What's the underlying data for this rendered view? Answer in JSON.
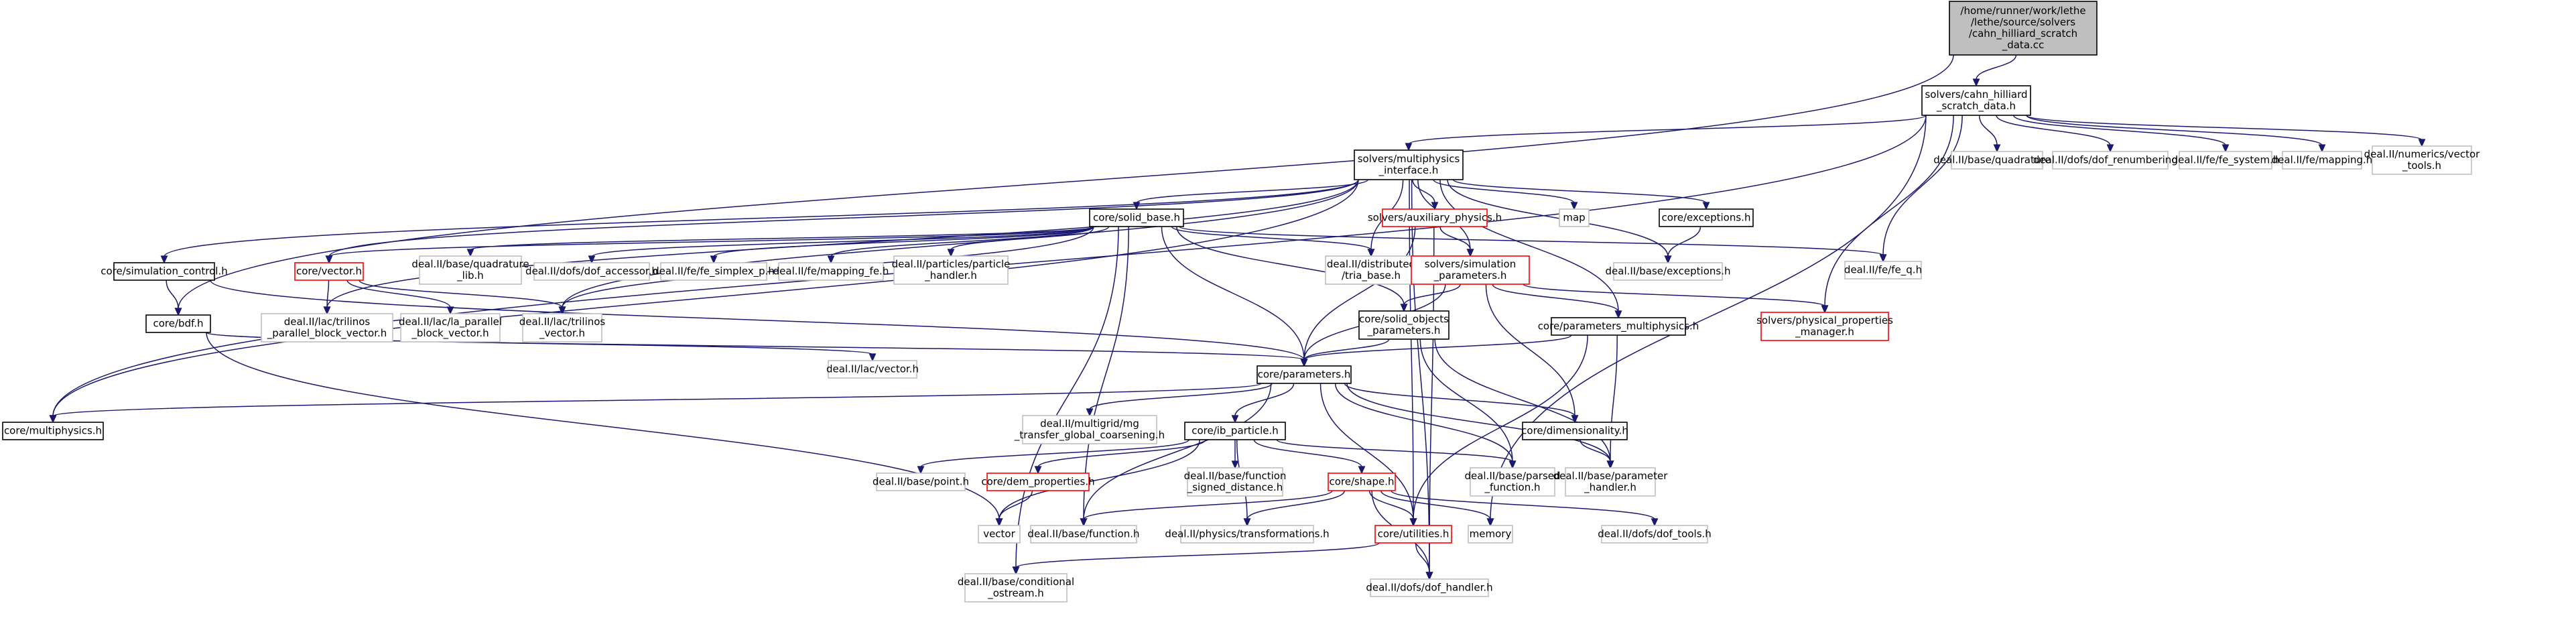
{
  "colors": {
    "edge": "#191970",
    "root_fill": "#bfbfbf",
    "node_fill": "#ffffff",
    "documented_border": "#000000",
    "external_border": "#bfbfbf",
    "truncated_border": "#ff0000",
    "external_text": "#404040"
  },
  "nodes": [
    {
      "id": "root",
      "kind": "root",
      "lines": [
        "/home/runner/work/lethe",
        "/lethe/source/solvers",
        "/cahn_hilliard_scratch",
        "_data.cc"
      ]
    },
    {
      "id": "chsd",
      "kind": "doc",
      "lines": [
        "solvers/cahn_hilliard",
        "_scratch_data.h"
      ]
    },
    {
      "id": "mpi",
      "kind": "doc",
      "lines": [
        "solvers/multiphysics",
        "_interface.h"
      ]
    },
    {
      "id": "quad",
      "kind": "ext",
      "lines": [
        "deal.II/base/quadrature.h"
      ]
    },
    {
      "id": "dofren",
      "kind": "ext",
      "lines": [
        "deal.II/dofs/dof_renumbering.h"
      ]
    },
    {
      "id": "fesys",
      "kind": "ext",
      "lines": [
        "deal.II/fe/fe_system.h"
      ]
    },
    {
      "id": "mapping",
      "kind": "ext",
      "lines": [
        "deal.II/fe/mapping.h"
      ]
    },
    {
      "id": "numvec",
      "kind": "ext",
      "lines": [
        "deal.II/numerics/vector",
        "_tools.h"
      ]
    },
    {
      "id": "solidbase",
      "kind": "doc",
      "lines": [
        "core/solid_base.h"
      ]
    },
    {
      "id": "auxphys",
      "kind": "trunc",
      "lines": [
        "solvers/auxiliary_physics.h"
      ]
    },
    {
      "id": "map",
      "kind": "ext",
      "lines": [
        "map"
      ]
    },
    {
      "id": "exceptions",
      "kind": "doc",
      "lines": [
        "core/exceptions.h"
      ]
    },
    {
      "id": "fefeq",
      "kind": "ext",
      "lines": [
        "deal.II/fe/fe_q.h"
      ]
    },
    {
      "id": "simctrl",
      "kind": "doc",
      "lines": [
        "core/simulation_control.h"
      ]
    },
    {
      "id": "corevector",
      "kind": "trunc",
      "lines": [
        "core/vector.h"
      ]
    },
    {
      "id": "quadlib",
      "kind": "ext",
      "lines": [
        "deal.II/base/quadrature",
        "_lib.h"
      ]
    },
    {
      "id": "dofacc",
      "kind": "ext",
      "lines": [
        "deal.II/dofs/dof_accessor.h"
      ]
    },
    {
      "id": "fesimplex",
      "kind": "ext",
      "lines": [
        "deal.II/fe/fe_simplex_p.h"
      ]
    },
    {
      "id": "mappingfe",
      "kind": "ext",
      "lines": [
        "deal.II/fe/mapping_fe.h"
      ]
    },
    {
      "id": "particlehandler",
      "kind": "ext",
      "lines": [
        "deal.II/particles/particle",
        "_handler.h"
      ]
    },
    {
      "id": "tria",
      "kind": "ext",
      "lines": [
        "deal.II/distributed",
        "/tria_base.h"
      ]
    },
    {
      "id": "simparams",
      "kind": "trunc",
      "lines": [
        "solvers/simulation",
        "_parameters.h"
      ]
    },
    {
      "id": "baseexc",
      "kind": "ext",
      "lines": [
        "deal.II/base/exceptions.h"
      ]
    },
    {
      "id": "physprops",
      "kind": "trunc",
      "lines": [
        "solvers/physical_properties",
        "_manager.h"
      ]
    },
    {
      "id": "bdf",
      "kind": "doc",
      "lines": [
        "core/bdf.h"
      ]
    },
    {
      "id": "trilpbv",
      "kind": "ext",
      "lines": [
        "deal.II/lac/trilinos",
        "_parallel_block_vector.h"
      ]
    },
    {
      "id": "lacpbv",
      "kind": "ext",
      "lines": [
        "deal.II/lac/la_parallel",
        "_block_vector.h"
      ]
    },
    {
      "id": "trilvec",
      "kind": "ext",
      "lines": [
        "deal.II/lac/trilinos",
        "_vector.h"
      ]
    },
    {
      "id": "solidobj",
      "kind": "doc",
      "lines": [
        "core/solid_objects",
        "_parameters.h"
      ]
    },
    {
      "id": "parammp",
      "kind": "doc",
      "lines": [
        "core/parameters_multiphysics.h"
      ]
    },
    {
      "id": "lacvector",
      "kind": "ext",
      "lines": [
        "deal.II/lac/vector.h"
      ]
    },
    {
      "id": "params",
      "kind": "doc",
      "lines": [
        "core/parameters.h"
      ]
    },
    {
      "id": "multiphysics",
      "kind": "doc",
      "lines": [
        "core/multiphysics.h"
      ]
    },
    {
      "id": "mgtransfer",
      "kind": "ext",
      "lines": [
        "deal.II/multigrid/mg",
        "_transfer_global_coarsening.h"
      ]
    },
    {
      "id": "ibparticle",
      "kind": "doc",
      "lines": [
        "core/ib_particle.h"
      ]
    },
    {
      "id": "dimensionality",
      "kind": "doc",
      "lines": [
        "core/dimensionality.h"
      ]
    },
    {
      "id": "basepoint",
      "kind": "ext",
      "lines": [
        "deal.II/base/point.h"
      ]
    },
    {
      "id": "demprops",
      "kind": "trunc",
      "lines": [
        "core/dem_properties.h"
      ]
    },
    {
      "id": "funcsigned",
      "kind": "ext",
      "lines": [
        "deal.II/base/function",
        "_signed_distance.h"
      ]
    },
    {
      "id": "parsedfunc",
      "kind": "ext",
      "lines": [
        "deal.II/base/parsed",
        "_function.h"
      ]
    },
    {
      "id": "paramhandler",
      "kind": "ext",
      "lines": [
        "deal.II/base/parameter",
        "_handler.h"
      ]
    },
    {
      "id": "shape",
      "kind": "trunc",
      "lines": [
        "core/shape.h"
      ]
    },
    {
      "id": "vector",
      "kind": "ext",
      "lines": [
        "vector"
      ]
    },
    {
      "id": "basefunc",
      "kind": "ext",
      "lines": [
        "deal.II/base/function.h"
      ]
    },
    {
      "id": "phystrans",
      "kind": "ext",
      "lines": [
        "deal.II/physics/transformations.h"
      ]
    },
    {
      "id": "utilities",
      "kind": "trunc",
      "lines": [
        "core/utilities.h"
      ]
    },
    {
      "id": "memory",
      "kind": "ext",
      "lines": [
        "memory"
      ]
    },
    {
      "id": "doftools",
      "kind": "ext",
      "lines": [
        "deal.II/dofs/dof_tools.h"
      ]
    },
    {
      "id": "condostream",
      "kind": "ext",
      "lines": [
        "deal.II/base/conditional",
        "_ostream.h"
      ]
    },
    {
      "id": "dofhandler",
      "kind": "ext",
      "lines": [
        "deal.II/dofs/dof_handler.h"
      ]
    }
  ],
  "edges": [
    [
      "root",
      "chsd"
    ],
    [
      "root",
      "bdf"
    ],
    [
      "chsd",
      "mpi"
    ],
    [
      "chsd",
      "quad"
    ],
    [
      "chsd",
      "dofren"
    ],
    [
      "chsd",
      "fesys"
    ],
    [
      "chsd",
      "mapping"
    ],
    [
      "chsd",
      "numvec"
    ],
    [
      "chsd",
      "fefeq"
    ],
    [
      "chsd",
      "physprops"
    ],
    [
      "chsd",
      "multiphysics"
    ],
    [
      "chsd",
      "memory"
    ],
    [
      "mpi",
      "solidbase"
    ],
    [
      "mpi",
      "auxphys"
    ],
    [
      "mpi",
      "map"
    ],
    [
      "mpi",
      "exceptions"
    ],
    [
      "mpi",
      "simctrl"
    ],
    [
      "mpi",
      "corevector"
    ],
    [
      "mpi",
      "tria"
    ],
    [
      "mpi",
      "simparams"
    ],
    [
      "mpi",
      "baseexc"
    ],
    [
      "mpi",
      "trilpbv"
    ],
    [
      "mpi",
      "trilvec"
    ],
    [
      "mpi",
      "parammp"
    ],
    [
      "mpi",
      "multiphysics"
    ],
    [
      "mpi",
      "dofhandler"
    ],
    [
      "mpi",
      "utilities"
    ],
    [
      "solidbase",
      "corevector"
    ],
    [
      "solidbase",
      "quadlib"
    ],
    [
      "solidbase",
      "dofacc"
    ],
    [
      "solidbase",
      "fesimplex"
    ],
    [
      "solidbase",
      "mappingfe"
    ],
    [
      "solidbase",
      "particlehandler"
    ],
    [
      "solidbase",
      "tria"
    ],
    [
      "solidbase",
      "fefeq"
    ],
    [
      "solidbase",
      "trilvec"
    ],
    [
      "solidbase",
      "solidobj"
    ],
    [
      "solidbase",
      "params"
    ],
    [
      "solidbase",
      "basefunc"
    ],
    [
      "solidbase",
      "condostream"
    ],
    [
      "auxphys",
      "simparams"
    ],
    [
      "auxphys",
      "params"
    ],
    [
      "auxphys",
      "dofhandler"
    ],
    [
      "exceptions",
      "baseexc"
    ],
    [
      "simctrl",
      "bdf"
    ],
    [
      "simctrl",
      "params"
    ],
    [
      "corevector",
      "trilpbv"
    ],
    [
      "corevector",
      "lacpbv"
    ],
    [
      "corevector",
      "trilvec"
    ],
    [
      "simparams",
      "solidobj"
    ],
    [
      "simparams",
      "parammp"
    ],
    [
      "simparams",
      "params"
    ],
    [
      "simparams",
      "physprops"
    ],
    [
      "simparams",
      "dimensionality"
    ],
    [
      "bdf",
      "params"
    ],
    [
      "bdf",
      "lacvector"
    ],
    [
      "bdf",
      "vector"
    ],
    [
      "solidobj",
      "params"
    ],
    [
      "solidobj",
      "parsedfunc"
    ],
    [
      "solidobj",
      "paramhandler"
    ],
    [
      "parammp",
      "params"
    ],
    [
      "parammp",
      "paramhandler"
    ],
    [
      "parammp",
      "utilities"
    ],
    [
      "params",
      "multiphysics"
    ],
    [
      "params",
      "mgtransfer"
    ],
    [
      "params",
      "ibparticle"
    ],
    [
      "params",
      "dimensionality"
    ],
    [
      "params",
      "parsedfunc"
    ],
    [
      "params",
      "paramhandler"
    ],
    [
      "params",
      "utilities"
    ],
    [
      "params",
      "basefunc"
    ],
    [
      "ibparticle",
      "basepoint"
    ],
    [
      "ibparticle",
      "demprops"
    ],
    [
      "ibparticle",
      "funcsigned"
    ],
    [
      "ibparticle",
      "parsedfunc"
    ],
    [
      "ibparticle",
      "shape"
    ],
    [
      "ibparticle",
      "vector"
    ],
    [
      "ibparticle",
      "phystrans"
    ],
    [
      "dimensionality",
      "paramhandler"
    ],
    [
      "demprops",
      "vector"
    ],
    [
      "shape",
      "basefunc"
    ],
    [
      "shape",
      "phystrans"
    ],
    [
      "shape",
      "utilities"
    ],
    [
      "shape",
      "memory"
    ],
    [
      "shape",
      "doftools"
    ],
    [
      "shape",
      "dofhandler"
    ],
    [
      "utilities",
      "condostream"
    ],
    [
      "utilities",
      "dofhandler"
    ]
  ]
}
